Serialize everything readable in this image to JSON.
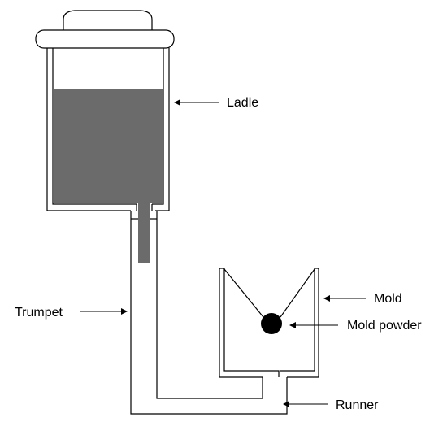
{
  "diagram": {
    "labels": {
      "ladle": "Ladle",
      "trumpet": "Trumpet",
      "mold": "Mold",
      "mold_powder": "Mold powder",
      "runner": "Runner"
    },
    "colors": {
      "stroke": "#000000",
      "fill_background": "#ffffff",
      "molten_steel": "#6b6b6b",
      "mold_powder": "#000000"
    }
  }
}
